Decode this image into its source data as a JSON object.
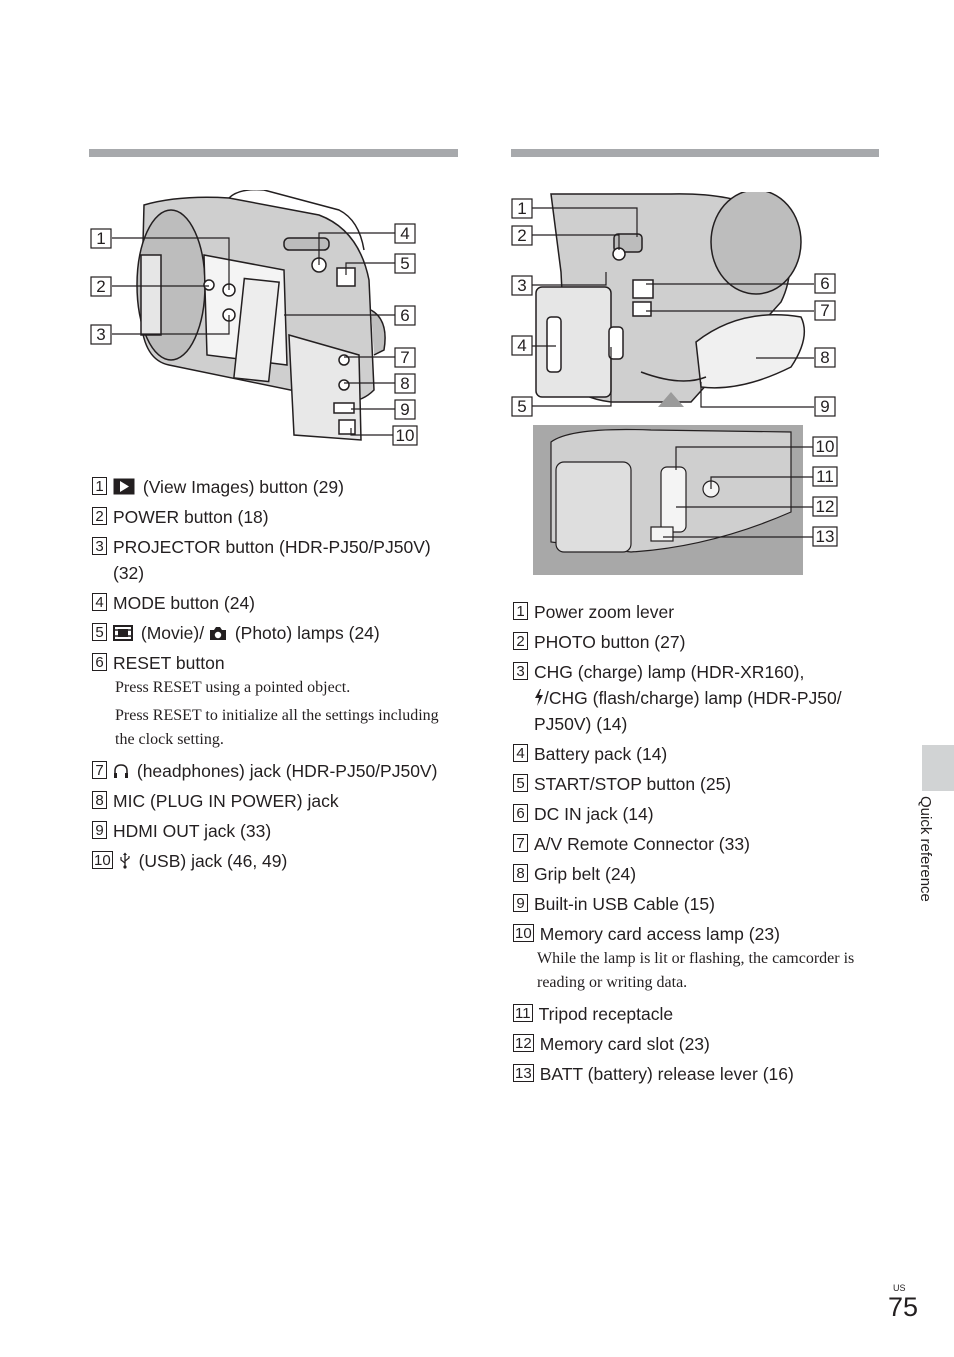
{
  "left_section": {
    "callouts": [
      "1",
      "2",
      "3",
      "4",
      "5",
      "6",
      "7",
      "8",
      "9",
      "10"
    ],
    "items": [
      {
        "num": "1",
        "icon": "play-icon",
        "label": "(View Images) button (29)"
      },
      {
        "num": "2",
        "label": "POWER button (18)"
      },
      {
        "num": "3",
        "label": "PROJECTOR button (HDR-PJ50/PJ50V) (32)"
      },
      {
        "num": "4",
        "label": "MODE button (24)"
      },
      {
        "num": "5",
        "icon": "movie-icon",
        "label": "(Movie)/",
        "icon2": "camera-icon",
        "label2": "(Photo) lamps (24)"
      },
      {
        "num": "6",
        "label": "RESET button",
        "notes": [
          "Press RESET using a pointed object.",
          "Press RESET to initialize all the settings including the clock setting."
        ]
      },
      {
        "num": "7",
        "icon": "headphones-icon",
        "label": "(headphones) jack (HDR-PJ50/PJ50V)"
      },
      {
        "num": "8",
        "label": "MIC (PLUG IN POWER) jack"
      },
      {
        "num": "9",
        "label": "HDMI OUT jack (33)"
      },
      {
        "num": "10",
        "icon": "usb-icon",
        "label": "(USB) jack (46, 49)"
      }
    ]
  },
  "right_section": {
    "callouts": [
      "1",
      "2",
      "3",
      "4",
      "5",
      "6",
      "7",
      "8",
      "9",
      "10",
      "11",
      "12",
      "13"
    ],
    "items": [
      {
        "num": "1",
        "label": "Power zoom lever"
      },
      {
        "num": "2",
        "label": "PHOTO button (27)"
      },
      {
        "num": "3",
        "label": "CHG (charge) lamp (HDR-XR160),",
        "icon": "flash-icon",
        "label2": "/CHG (flash/charge) lamp (HDR-PJ50/ PJ50V) (14)"
      },
      {
        "num": "4",
        "label": "Battery pack (14)"
      },
      {
        "num": "5",
        "label": "START/STOP button (25)"
      },
      {
        "num": "6",
        "label": "DC IN jack (14)"
      },
      {
        "num": "7",
        "label": "A/V Remote Connector (33)"
      },
      {
        "num": "8",
        "label": "Grip belt (24)"
      },
      {
        "num": "9",
        "label": "Built-in USB Cable (15)"
      },
      {
        "num": "10",
        "label": "Memory card access lamp (23)",
        "notes": [
          "While the lamp is lit or flashing, the camcorder is reading or writing data."
        ]
      },
      {
        "num": "11",
        "label": "Tripod receptacle"
      },
      {
        "num": "12",
        "label": "Memory card slot (23)"
      },
      {
        "num": "13",
        "label": "BATT (battery) release lever (16)"
      }
    ]
  },
  "side_tab": {
    "label": "Quick reference"
  },
  "page": {
    "region": "US",
    "number": "75"
  }
}
